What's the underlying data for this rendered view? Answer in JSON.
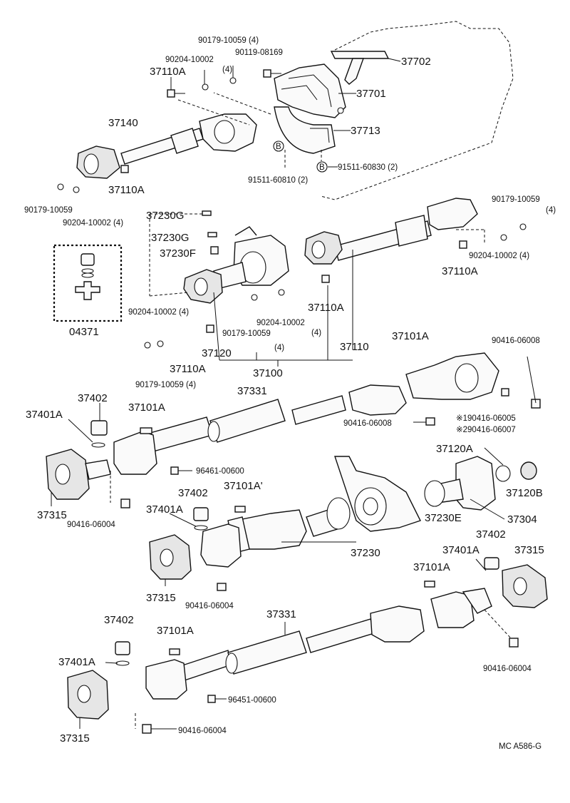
{
  "labels": {
    "l37702": "37702",
    "l37701": "37701",
    "l37713": "37713",
    "l90179_10059_4_top": "90179-10059 (4)",
    "l90204_10002_top": "90204-10002",
    "l90119_08169": "90119-08169",
    "l4_top": "(4)",
    "l37110A_a": "37110A",
    "l37140": "37140",
    "l37110A_b": "37110A",
    "l90179_10059_left": "90179-10059",
    "l90204_10002_4_left": "90204-10002 (4)",
    "l91511_60810": "91511-60810 (2)",
    "l91511_60830": "91511-60830 (2)",
    "mark_b1": "B",
    "mark_b2": "B",
    "l90179_10059_right": "90179-10059",
    "l4_right": "(4)",
    "l90204_10002_4_right": "90204-10002 (4)",
    "l37110A_c": "37110A",
    "l37230G_a": "37230G",
    "l37230G_b": "37230G",
    "l37230F": "37230F",
    "l04371": "04371",
    "l90204_10002_4_mid": "90204-10002 (4)",
    "l90204_10002_mid2": "90204-10002",
    "l4_mid2": "(4)",
    "l37110A_d": "37110A",
    "l90179_10059_mid": "90179-10059",
    "l4_mid": "(4)",
    "l37120": "37120",
    "l37110": "37110",
    "l37100": "37100",
    "l37110A_e": "37110A",
    "l90179_10059_4_low": "90179-10059 (4)",
    "l37101A_a": "37101A",
    "l90416_06008_a": "90416-06008",
    "l37331_a": "37331",
    "l90416_06008_b": "90416-06008",
    "l190416_06005": "※190416-06005",
    "l290416_06007": "※290416-06007",
    "l37402_a": "37402",
    "l37401A_a": "37401A",
    "l37101A_b": "37101A",
    "l96461_00600": "96461-00600",
    "l37315_a": "37315",
    "l90416_06004_a": "90416-06004",
    "l37402_b": "37402",
    "l37401A_b": "37401A",
    "l37101A_c": "37101A'",
    "l37120A": "37120A",
    "l37120B": "37120B",
    "l37230E": "37230E",
    "l37304": "37304",
    "l37230": "37230",
    "l37315_b": "37315",
    "l90416_06004_b": "90416-06004",
    "l37402_c": "37402",
    "l37401A_c": "37401A",
    "l37315_c": "37315",
    "l37101A_d": "37101A",
    "l37402_d": "37402",
    "l37101A_e": "37101A",
    "l37331_b": "37331",
    "l37401A_d": "37401A",
    "l96451_00600": "96451-00600",
    "l37315_d": "37315",
    "l90416_06004_c": "90416-06004",
    "l90416_06004_d": "90416-06004",
    "footer_code": "MC A586-G"
  }
}
